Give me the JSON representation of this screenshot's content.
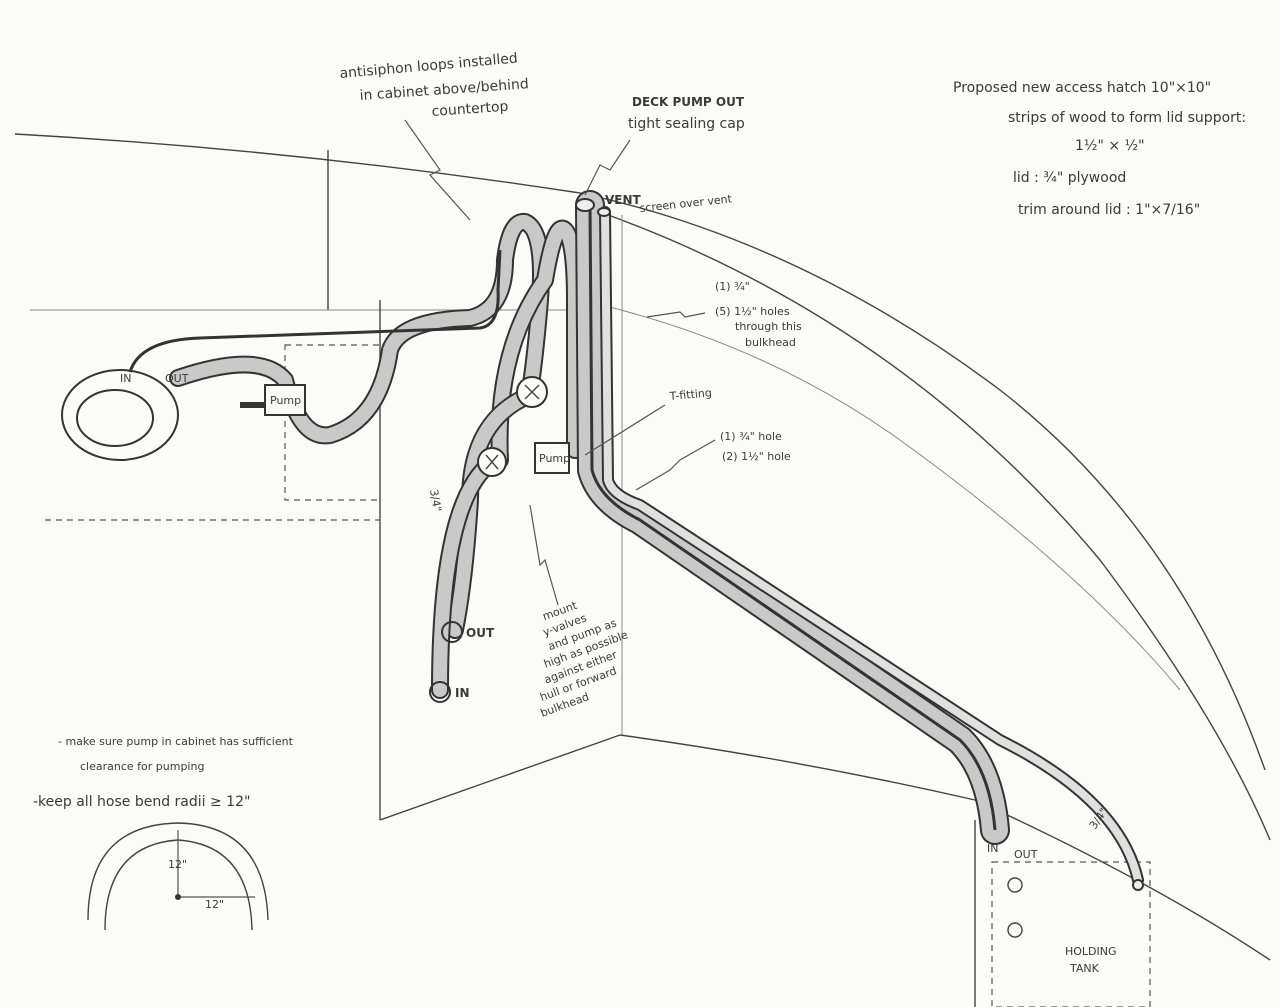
{
  "notes": {
    "antisiphon": [
      "antisiphon loops installed",
      "in cabinet above/behind",
      "countertop"
    ],
    "deck_pump_out": "DECK PUMP OUT",
    "tight_cap": "tight sealing cap",
    "vent": "VENT",
    "screen": "screen over vent",
    "hatch": [
      "Proposed new access hatch 10\"×10\"",
      "strips of wood to form lid support:",
      "1½\" × ½\"",
      "lid : ¾\" plywood",
      "trim around lid : 1\"×7/16\""
    ],
    "holes_upper": [
      "(1) ¾\"",
      "(5) 1½\" holes",
      "through this",
      "bulkhead"
    ],
    "t_fitting": "T-fitting",
    "holes_lower": [
      "(1) ¾\" hole",
      "(2) 1½\" hole"
    ],
    "mount": [
      "mount",
      "y-valves",
      "and pump as",
      "high as possible",
      "against either",
      "hull or forward",
      "bulkhead"
    ],
    "clearance": [
      "- make sure pump in cabinet has sufficient",
      "clearance for pumping"
    ],
    "bend": "-keep all hose bend radii ≥ 12\"",
    "dim_vertical": "12\"",
    "dim_horizontal": "12\""
  },
  "labels": {
    "toilet_in": "IN",
    "toilet_out": "OUT",
    "pump_cabinet": "Pump",
    "pump_main": "Pump",
    "hose_size_left": "3/4\"",
    "fitting_out": "OUT",
    "fitting_in": "IN",
    "tank_in": "IN",
    "tank_out": "OUT",
    "tank_vent_size": "3/4\"",
    "holding_tank": [
      "HOLDING",
      "TANK"
    ]
  }
}
